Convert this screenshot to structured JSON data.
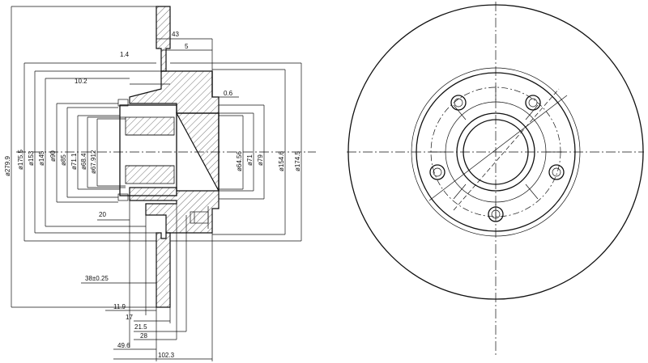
{
  "dimensions": {
    "d_279_9": "ø279.9",
    "d_175_5": "ø175.5",
    "d_153": "ø153",
    "d_145": "ø145",
    "d_90": "ø90",
    "d_85": "ø85",
    "d_71_1": "ø71.1",
    "d_68_4": "ø68.4",
    "d_67_912": "ø67.912",
    "d_64_56": "ø64.56",
    "d_71": "ø71",
    "d_79": "ø79",
    "d_154_6": "ø154.6",
    "d_174_5": "ø174.5",
    "w_43": "43",
    "w_1_4": "1.4",
    "w_5": "5",
    "w_10_2": "10.2",
    "w_0_6": "0.6",
    "w_20": "20",
    "w_38": "38±0.25",
    "w_11_9": "11.9",
    "w_17": "17",
    "w_21_5": "21.5",
    "w_28": "28",
    "w_49_6": "49.6",
    "w_102_3": "102.3"
  }
}
